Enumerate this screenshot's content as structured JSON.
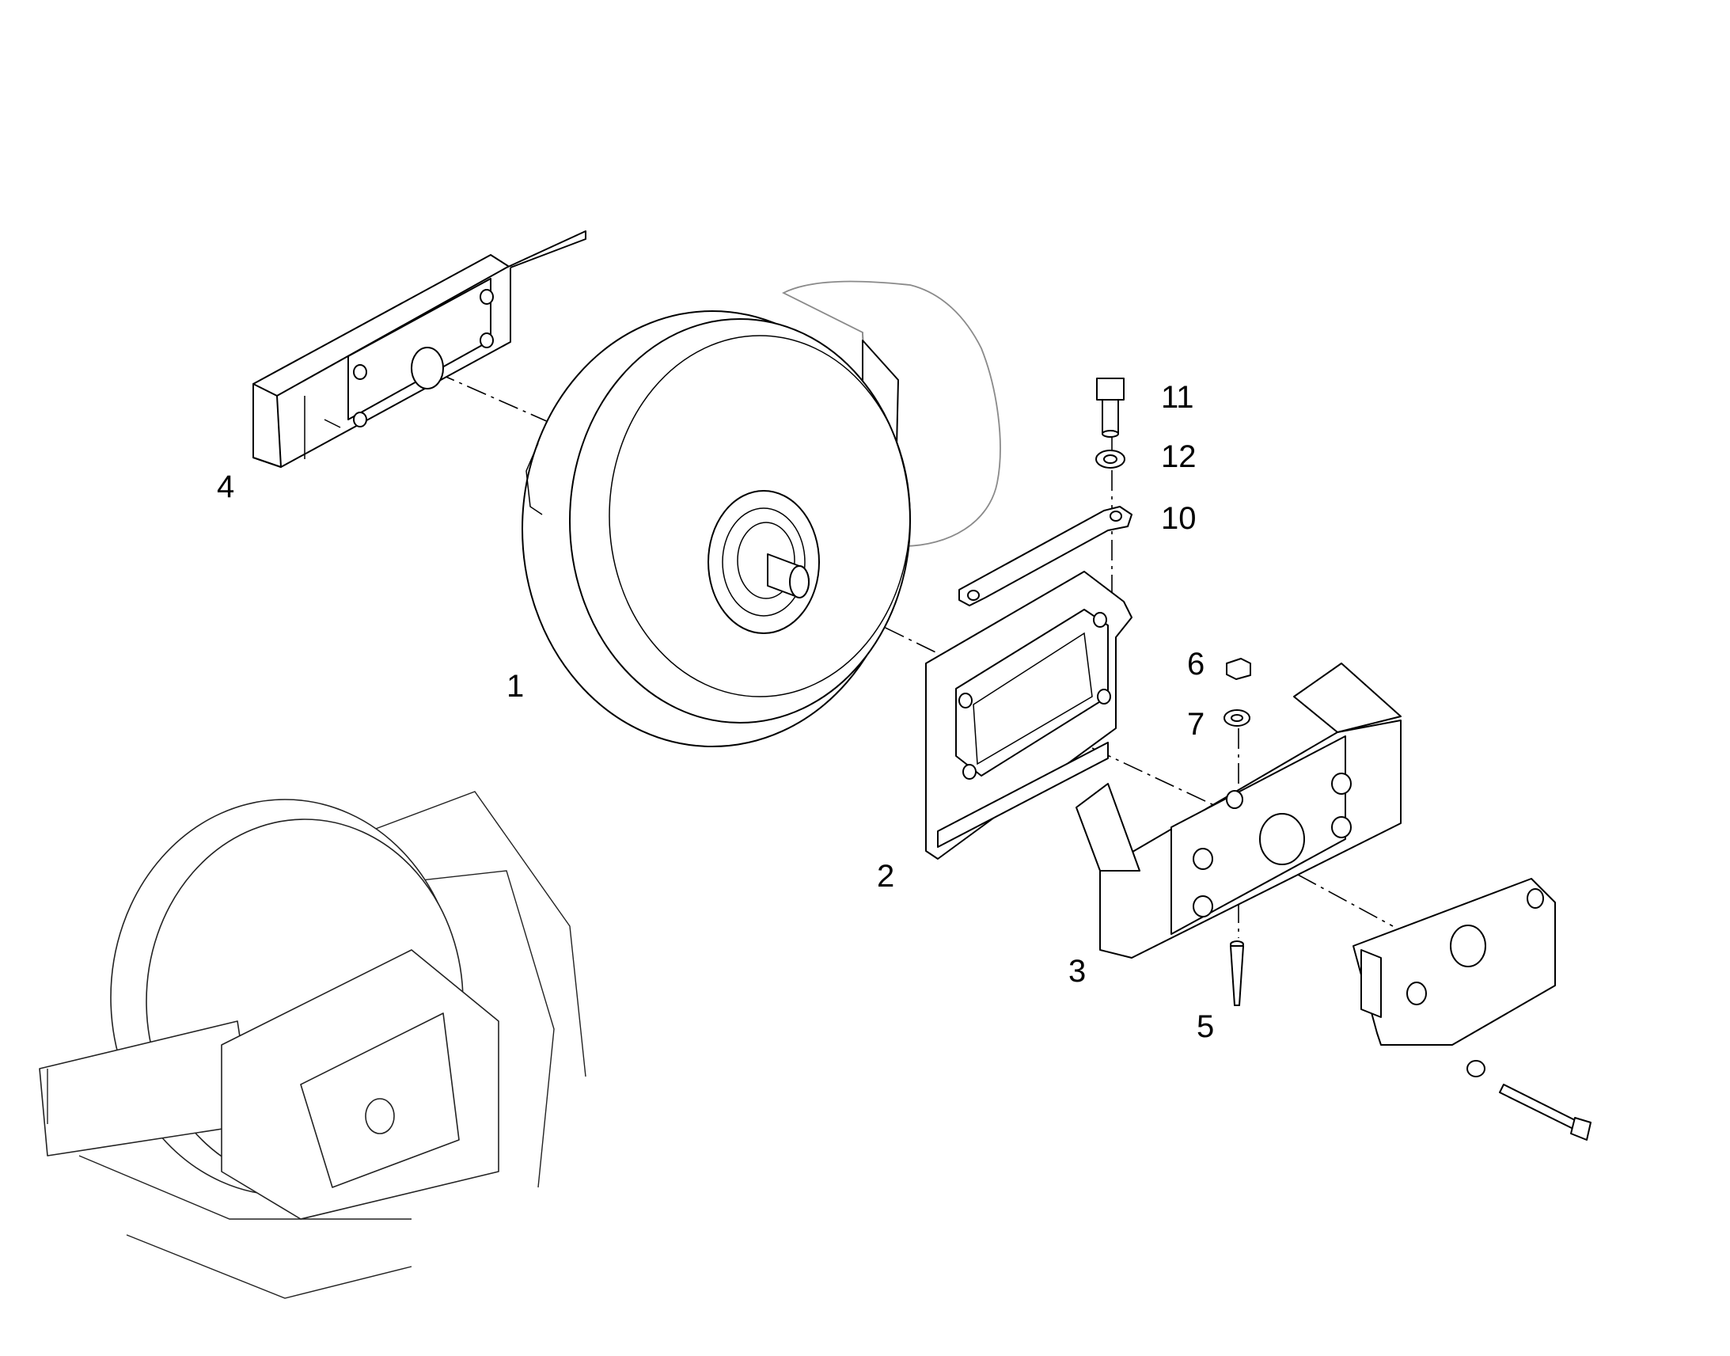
{
  "diagram": {
    "type": "exploded-parts-view",
    "callouts": [
      {
        "id": "1",
        "label": "1"
      },
      {
        "id": "2",
        "label": "2"
      },
      {
        "id": "3",
        "label": "3"
      },
      {
        "id": "4",
        "label": "4"
      },
      {
        "id": "5",
        "label": "5"
      },
      {
        "id": "6",
        "label": "6"
      },
      {
        "id": "7",
        "label": "7"
      },
      {
        "id": "10",
        "label": "10"
      },
      {
        "id": "11",
        "label": "11"
      },
      {
        "id": "12",
        "label": "12"
      }
    ]
  }
}
